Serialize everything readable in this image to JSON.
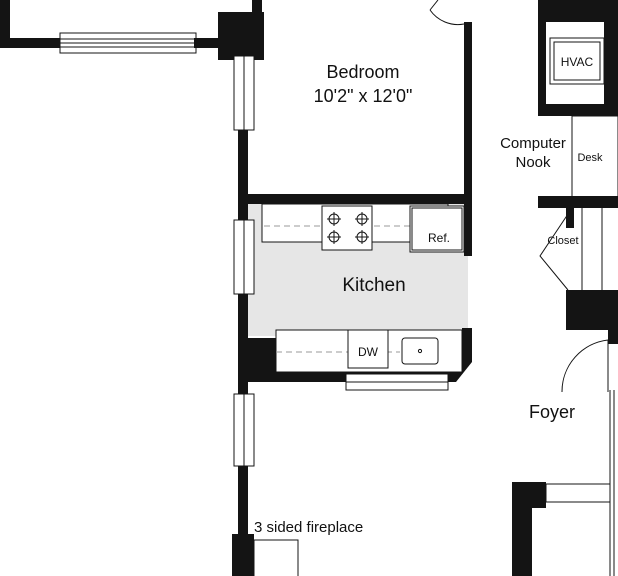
{
  "rooms": {
    "bedroom": {
      "name": "Bedroom",
      "dimensions": "10'2\" x 12'0\""
    },
    "kitchen": {
      "name": "Kitchen"
    },
    "computer_nook": {
      "line1": "Computer",
      "line2": "Nook"
    },
    "foyer": {
      "name": "Foyer"
    }
  },
  "fixtures": {
    "hvac": "HVAC",
    "desk": "Desk",
    "closet": "Closet",
    "refrigerator": "Ref.",
    "dishwasher": "DW",
    "fireplace": "3 sided fireplace"
  },
  "colors": {
    "wall": "#141414",
    "kitchen_floor": "#e6e6e6",
    "background": "#ffffff"
  }
}
